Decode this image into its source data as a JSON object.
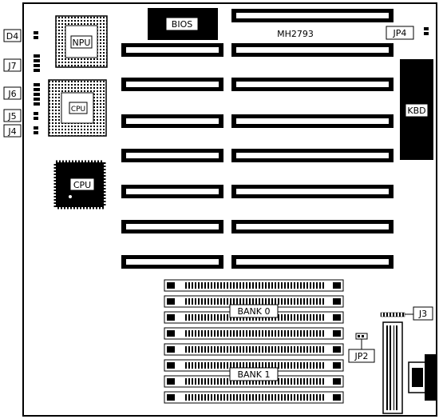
{
  "board": {
    "model": "MH2793",
    "labels": {
      "bios": "BIOS",
      "npu": "NPU",
      "cpu_socket": "CPU",
      "cpu_chip": "CPU",
      "kbd": "KBD",
      "bank0": "BANK 0",
      "bank1": "BANK 1"
    },
    "jumpers": {
      "d4": "D4",
      "j7": "J7",
      "j6": "J6",
      "j5": "J5",
      "j4": "J4",
      "jp4": "JP4",
      "j3": "J3",
      "jp2": "JP2"
    }
  }
}
